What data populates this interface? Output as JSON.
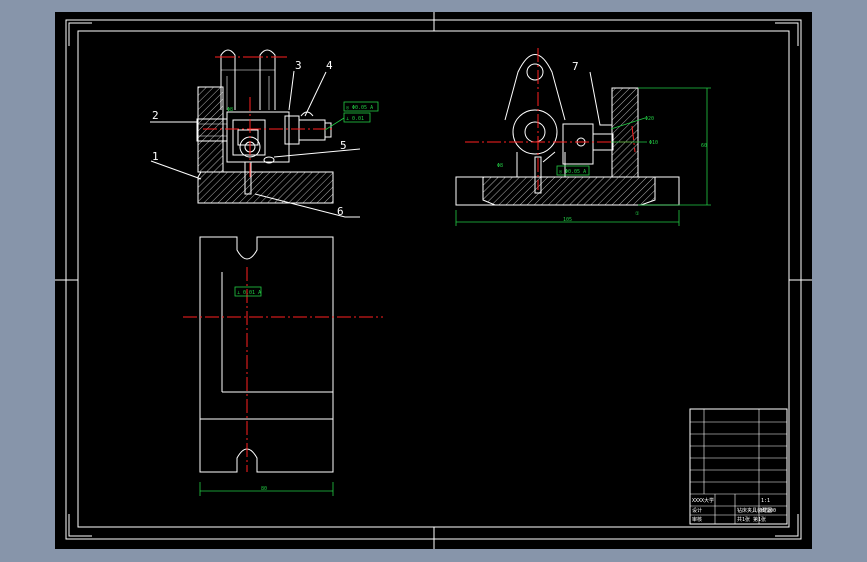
{
  "part_labels": [
    "1",
    "2",
    "3",
    "4",
    "5",
    "6",
    "7"
  ],
  "dimensions": {
    "bottom_view_width": "80",
    "side_view_width": "105",
    "side_view_height": "60",
    "side_view_bore": "Φ20",
    "side_view_pin": "Φ10",
    "side_view_marker": "①",
    "front_view_hole": "Φ8"
  },
  "tolerances": {
    "front_top": [
      "◎ Φ0.05 A",
      "⊥ 0.01"
    ],
    "front_side": "Φ8",
    "plan": "⊥ 0.01 A",
    "side": "◎ Φ0.05 A"
  },
  "title_block": {
    "school": "XXXX大学",
    "drawing_name": "钻床夹具装配图",
    "scale": "1:1",
    "material": "HT200",
    "sheet": "共1张 第1张",
    "designer": "设计",
    "checker": "审核"
  },
  "colors": {
    "background": "#000000",
    "outline": "#ffffff",
    "centerline": "#ff2020",
    "annotation": "#22cc44"
  }
}
